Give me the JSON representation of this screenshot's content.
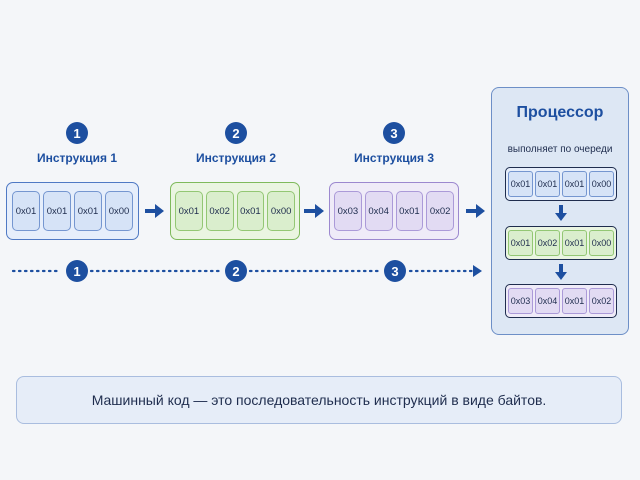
{
  "instructions": [
    {
      "number": "1",
      "title": "Инструкция 1",
      "bytes": [
        "0x01",
        "0x01",
        "0x01",
        "0x00"
      ]
    },
    {
      "number": "2",
      "title": "Инструкция 2",
      "bytes": [
        "0x01",
        "0x02",
        "0x01",
        "0x00"
      ]
    },
    {
      "number": "3",
      "title": "Инструкция 3",
      "bytes": [
        "0x03",
        "0x04",
        "0x01",
        "0x02"
      ]
    }
  ],
  "timeline": {
    "markers": [
      "1",
      "2",
      "3"
    ]
  },
  "processor": {
    "title": "Процессор",
    "subtitle": "выполняет по очереди",
    "queue": [
      [
        "0x01",
        "0x01",
        "0x01",
        "0x00"
      ],
      [
        "0x01",
        "0x02",
        "0x01",
        "0x00"
      ],
      [
        "0x03",
        "0x04",
        "0x01",
        "0x02"
      ]
    ]
  },
  "caption": "Машинный код — это последовательность инструкций в виде байтов.",
  "colors": {
    "accent": "#1d4fa0",
    "blue": "#4f79c4",
    "green": "#7fba5c",
    "purple": "#9c88cf"
  }
}
